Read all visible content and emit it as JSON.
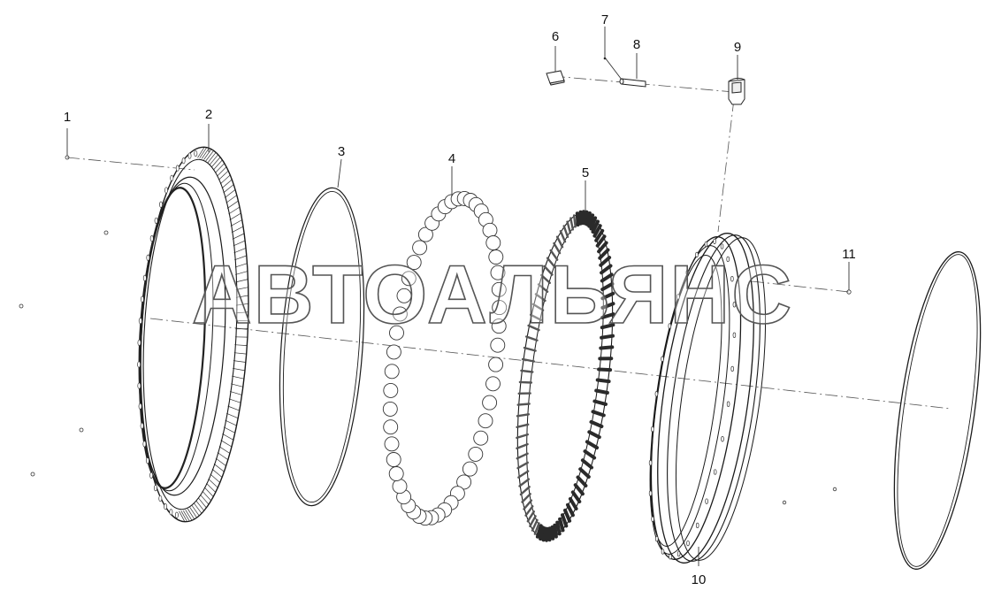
{
  "watermark": "АВТОАЛЬЯНС",
  "callouts": [
    {
      "id": "p1",
      "label": "1"
    },
    {
      "id": "p2",
      "label": "2"
    },
    {
      "id": "p3",
      "label": "3"
    },
    {
      "id": "p4",
      "label": "4"
    },
    {
      "id": "p5",
      "label": "5"
    },
    {
      "id": "p6",
      "label": "6"
    },
    {
      "id": "p7",
      "label": "7"
    },
    {
      "id": "p8",
      "label": "8"
    },
    {
      "id": "p9",
      "label": "9"
    },
    {
      "id": "p10",
      "label": "10"
    },
    {
      "id": "p11",
      "label": "11"
    }
  ]
}
